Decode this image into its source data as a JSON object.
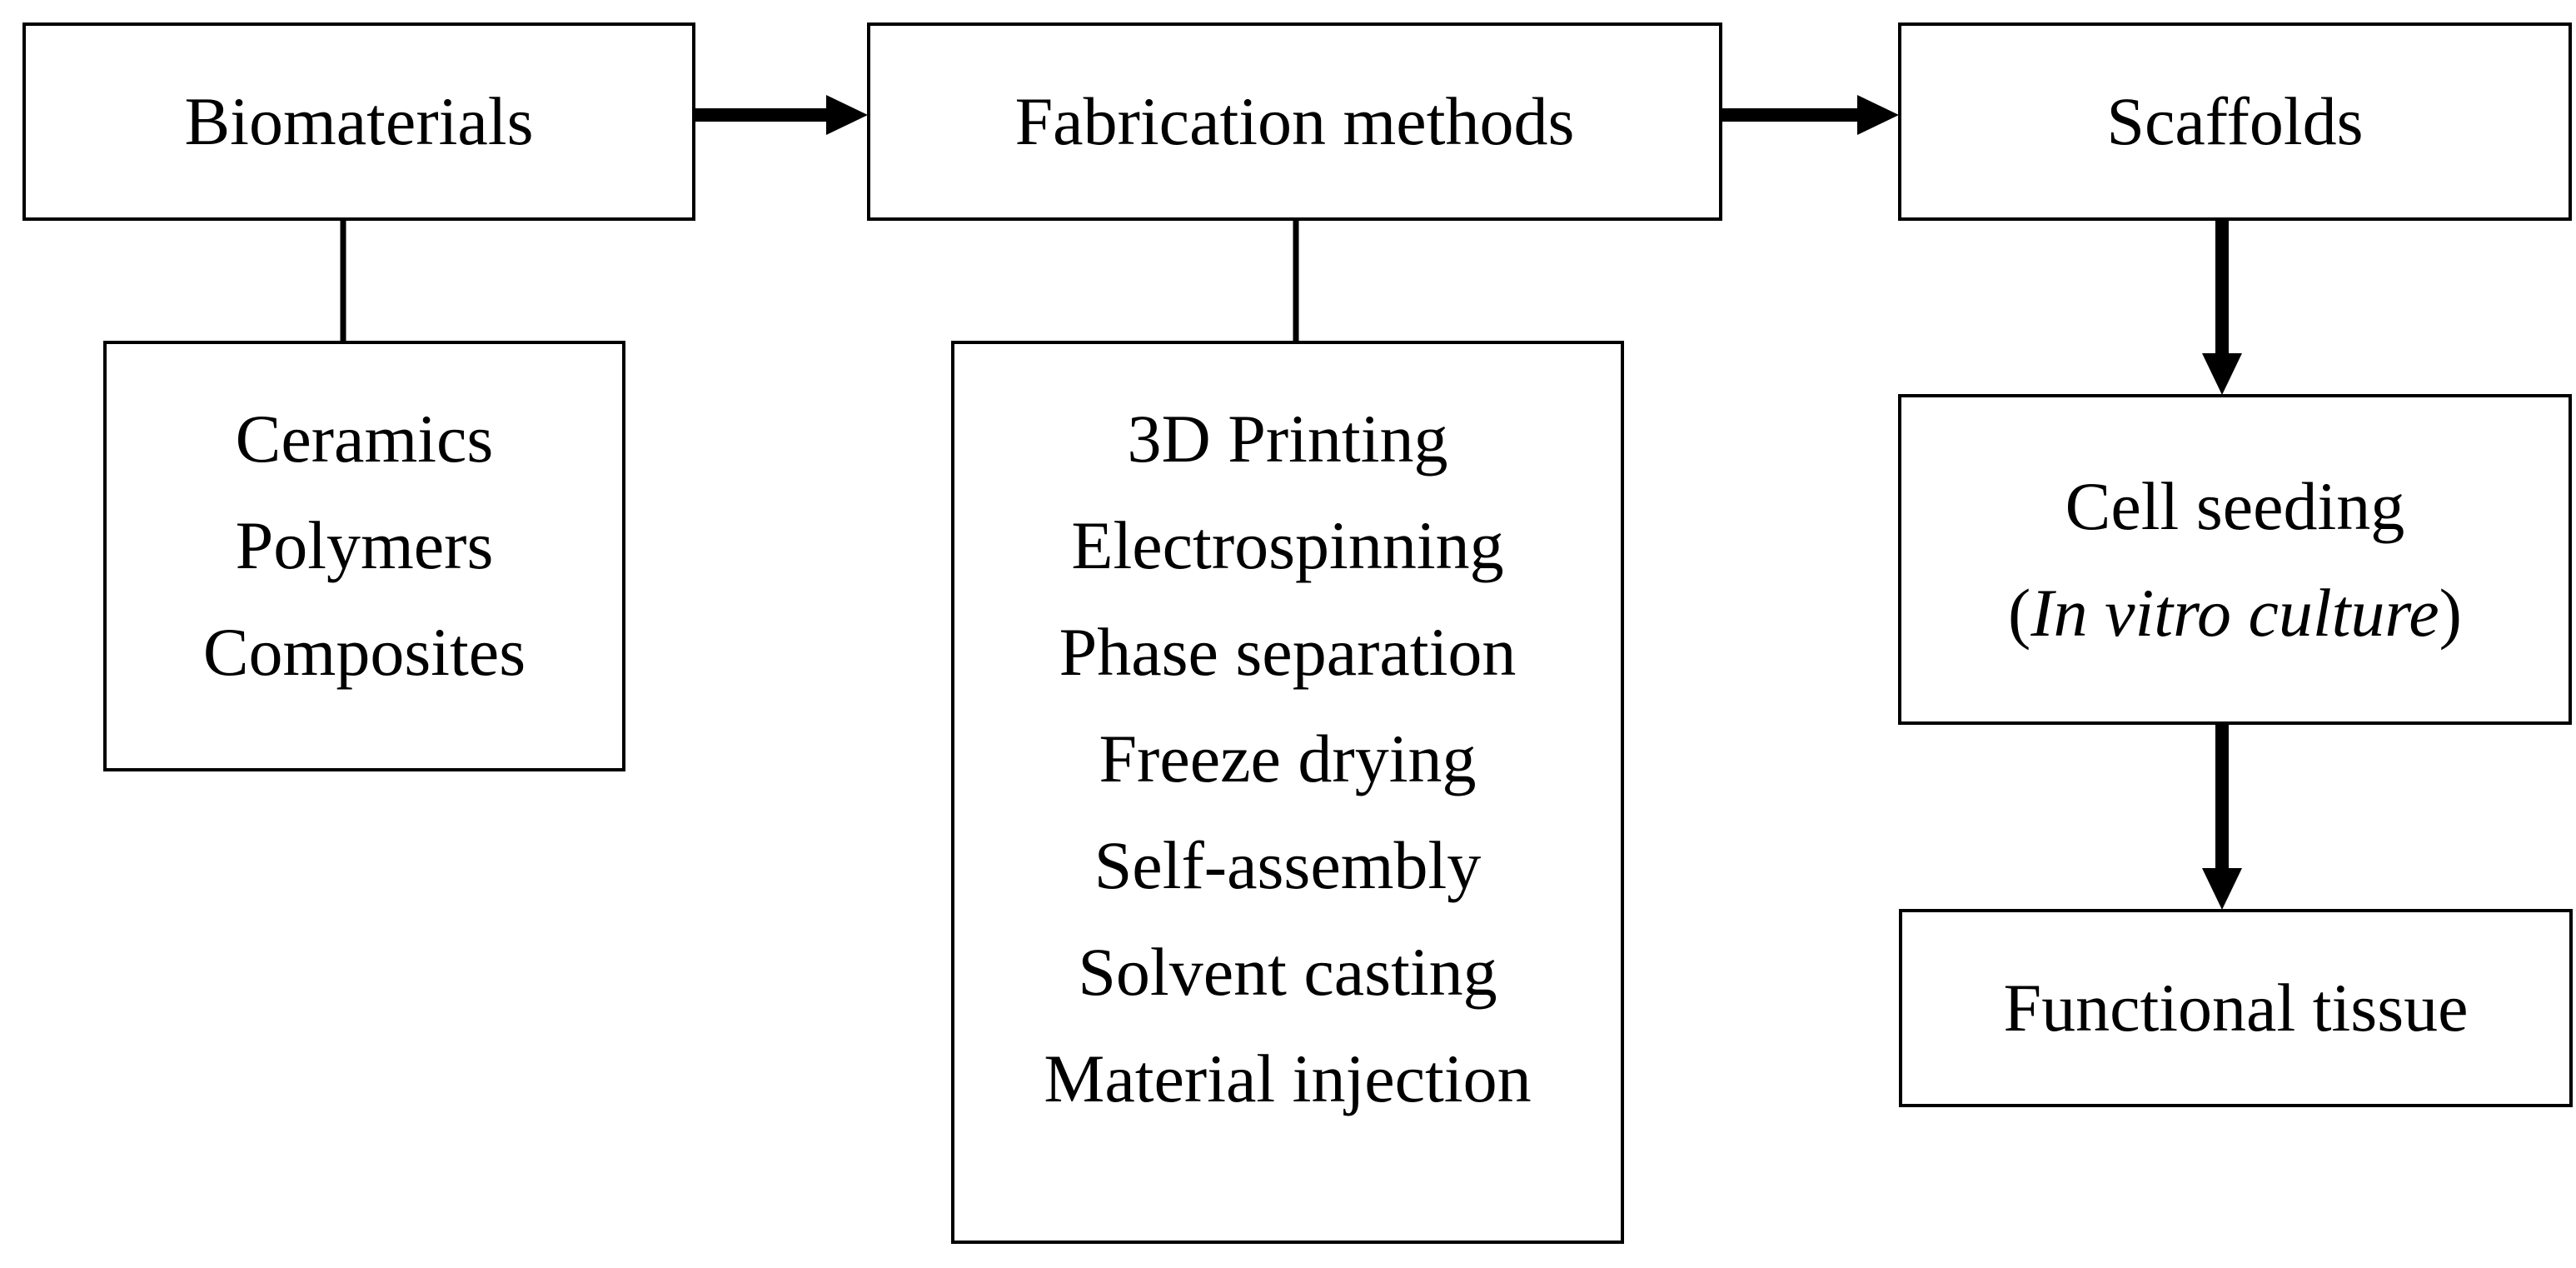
{
  "nodes": {
    "biomaterials": {
      "label": "Biomaterials"
    },
    "fabrication": {
      "label": "Fabrication methods"
    },
    "scaffolds": {
      "label": "Scaffolds"
    },
    "cell_seeding": {
      "line1": "Cell seeding",
      "open": "(",
      "italic": "In vitro culture",
      "close": ")"
    },
    "functional_tissue": {
      "label": "Functional tissue"
    },
    "materials_list": {
      "items": [
        "Ceramics",
        "Polymers",
        "Composites"
      ]
    },
    "methods_list": {
      "items": [
        "3D Printing",
        "Electrospinning",
        "Phase separation",
        "Freeze drying",
        "Self-assembly",
        "Solvent casting",
        "Material injection"
      ]
    }
  }
}
